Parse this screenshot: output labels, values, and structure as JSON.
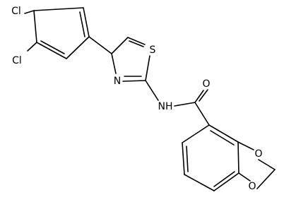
{
  "molecule": {
    "atoms": {
      "cl_top": "Cl",
      "cl_mid": "Cl",
      "s": "S",
      "n_ring": "N",
      "nh": "NH",
      "o_carbonyl": "O",
      "o_ring_top": "O",
      "o_ring_bottom": "O"
    }
  }
}
